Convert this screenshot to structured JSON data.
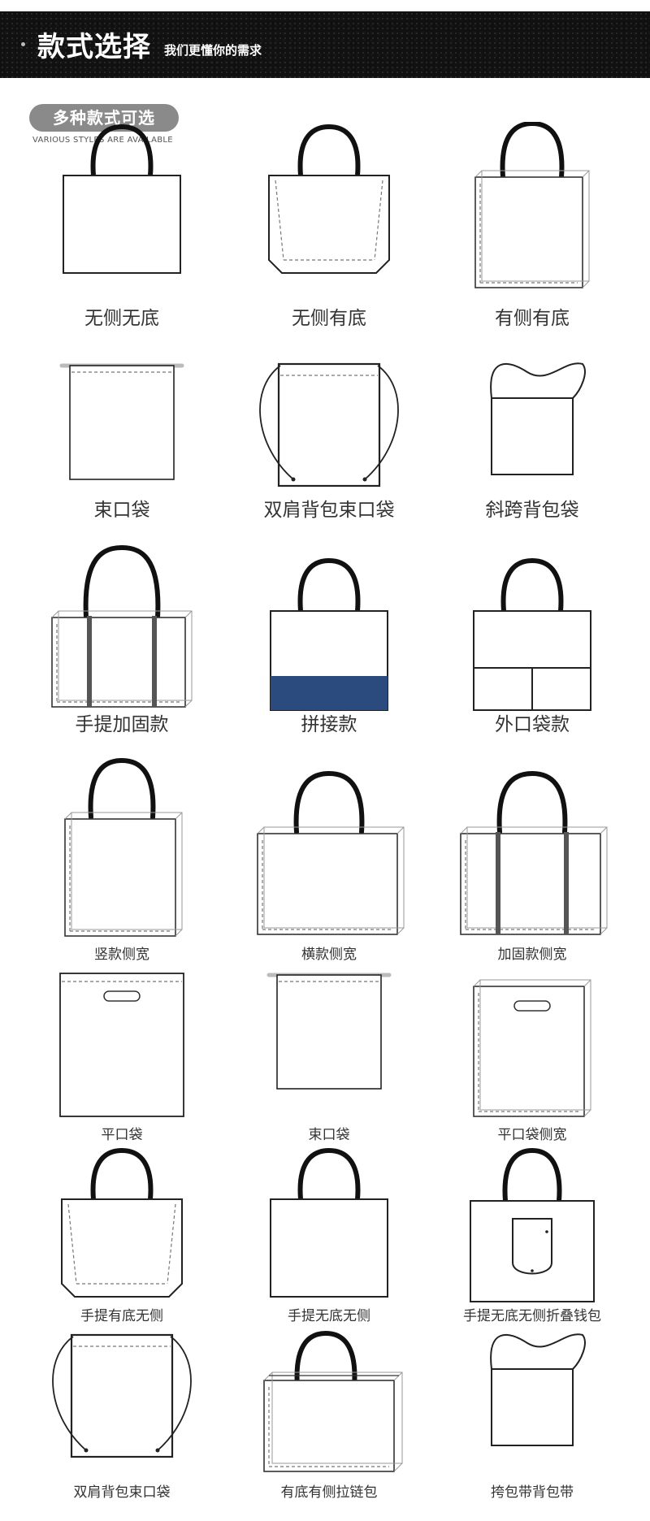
{
  "header": {
    "title": "款式选择",
    "subtitle": "我们更懂你的需求"
  },
  "section": {
    "pill_label": "多种款式可选",
    "english_caption": "VARIOUS STYLES ARE AVAILABLE"
  },
  "colors": {
    "header_bg": "#111111",
    "pill_bg": "#8a8a8a",
    "handle": "#111111",
    "accent_blue": "#2b4a7e"
  },
  "styles": [
    {
      "label": "无侧无底",
      "icon": "tote-bag-icon"
    },
    {
      "label": "无侧有底",
      "icon": "tote-bag-bottom-icon"
    },
    {
      "label": "有侧有底",
      "icon": "box-tote-icon"
    },
    {
      "label": "束口袋",
      "icon": "drawstring-bag-icon"
    },
    {
      "label": "双肩背包束口袋",
      "icon": "drawstring-backpack-icon"
    },
    {
      "label": "斜跨背包袋",
      "icon": "crossbody-bag-icon"
    },
    {
      "label": "手提加固款",
      "icon": "reinforced-tote-icon"
    },
    {
      "label": "拼接款",
      "icon": "two-tone-tote-icon"
    },
    {
      "label": "外口袋款",
      "icon": "pocket-tote-icon"
    },
    {
      "label": "竖款侧宽",
      "icon": "vertical-gusset-tote-icon"
    },
    {
      "label": "横款侧宽",
      "icon": "horizontal-gusset-tote-icon"
    },
    {
      "label": "加固款侧宽",
      "icon": "reinforced-gusset-tote-icon"
    },
    {
      "label": "平口袋",
      "icon": "die-cut-bag-icon"
    },
    {
      "label": "束口袋",
      "icon": "drawstring-bag-icon"
    },
    {
      "label": "平口袋侧宽",
      "icon": "die-cut-gusset-bag-icon"
    },
    {
      "label": "手提有底无侧",
      "icon": "tote-bag-bottom-icon"
    },
    {
      "label": "手提无底无侧",
      "icon": "tote-bag-icon"
    },
    {
      "label": "手提无底无侧折叠钱包",
      "icon": "foldable-tote-icon"
    },
    {
      "label": "双肩背包束口袋",
      "icon": "drawstring-backpack-icon"
    },
    {
      "label": "有底有侧拉链包",
      "icon": "zipper-tote-icon"
    },
    {
      "label": "挎包带背包带",
      "icon": "crossbody-bag-icon"
    }
  ]
}
